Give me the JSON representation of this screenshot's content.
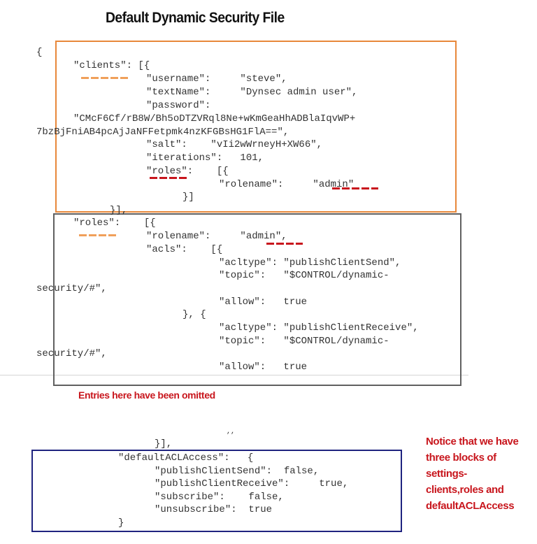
{
  "title": "Default Dynamic Security File",
  "code": {
    "open_brace": "{",
    "clients_block": [
      "\"clients\": [{",
      "\"username\":     \"steve\",",
      "\"textName\":     \"Dynsec admin user\",",
      "\"password\":",
      "\"CMcF6Cf/rB8W/Bh5oDTZVRql8Ne+wKmGeaHhADBlaIqvWP+",
      "7bzBjFniAB4pcAjJaNFFetpmk4nzKFGBsHG1FlA==\",",
      "\"salt\":    \"vIi2wWrneyH+XW66\",",
      "\"iterations\":   101,",
      "\"roles\":    [{",
      "\"rolename\":     \"admin\"",
      "}]",
      "}],"
    ],
    "roles_block": [
      "\"roles\":    [{",
      "\"rolename\":     \"admin\",",
      "\"acls\":    [{",
      "\"acltype\": \"publishClientSend\",",
      "\"topic\":   \"$CONTROL/dynamic-",
      "security/#\",",
      "\"allow\":   true",
      "}, {",
      "\"acltype\": \"publishClientReceive\",",
      "\"topic\":   \"$CONTROL/dynamic-",
      "security/#\",",
      "\"allow\":   true"
    ],
    "tail_lines": [
      ",,",
      "}],"
    ],
    "default_acl_block": [
      "\"defaultACLAccess\":   {",
      "\"publishClientSend\":  false,",
      "\"publishClientReceive\":     true,",
      "\"subscribe\":    false,",
      "\"unsubscribe\":  true",
      "}"
    ]
  },
  "annotations": {
    "omitted": "Entries here have been omitted",
    "notice": [
      "Notice that we have",
      "three blocks of",
      "settings-",
      "clients,roles and",
      "defaultACLAccess"
    ]
  },
  "colors": {
    "clients_box": "#e8883a",
    "roles_box": "#606060",
    "default_acl_box": "#1f237f",
    "annotation_red": "#c8161d"
  }
}
